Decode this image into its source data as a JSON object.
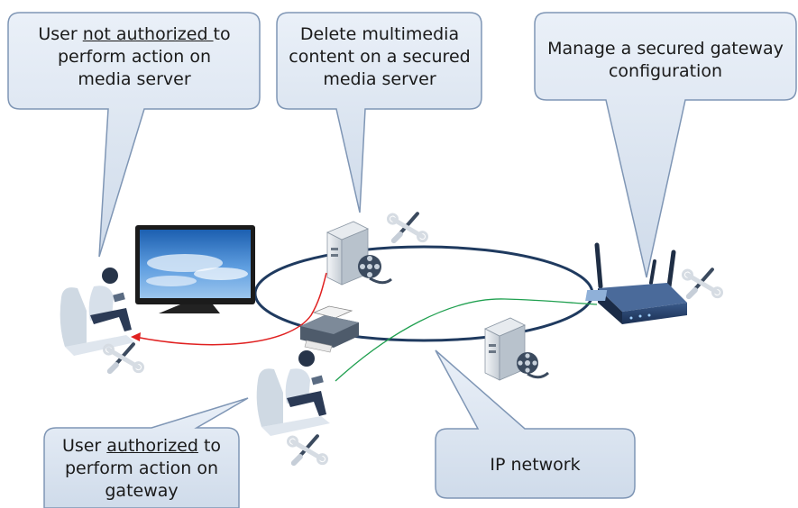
{
  "callouts": {
    "unauthorized": {
      "line1_pre": "User ",
      "line1_underlined": "not authorized ",
      "line1_post": "to",
      "line2": "perform action on",
      "line3": "media server"
    },
    "delete": {
      "line1": "Delete multimedia",
      "line2": "content on a secured",
      "line3": "media server"
    },
    "gateway_manage": {
      "line1": "Manage a secured gateway",
      "line2": "configuration"
    },
    "authorized": {
      "line1_pre": "User ",
      "line1_underlined": "authorized",
      "line1_post": " to",
      "line2": "perform action on",
      "line3": "gateway"
    },
    "ip_network": {
      "label": "IP network"
    }
  },
  "colors": {
    "callout_fill": "#dce6f2",
    "callout_stroke": "#7f96b5",
    "network_ring": "#1f3a5f",
    "denied_link": "#e02020",
    "allowed_link": "#20a050"
  },
  "icons": [
    "tv-icon",
    "server-icon",
    "film-reel-icon",
    "printer-icon",
    "router-icon",
    "user-icon",
    "tools-icon"
  ]
}
